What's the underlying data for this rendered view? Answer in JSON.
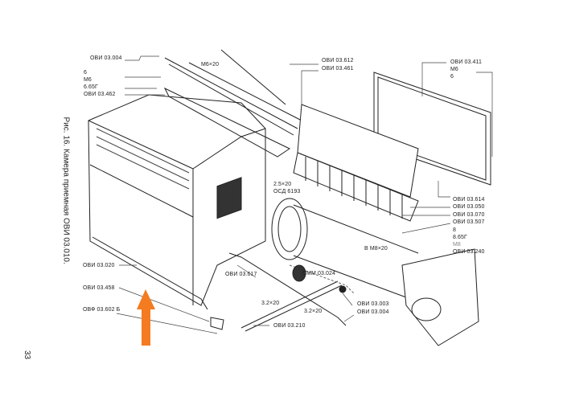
{
  "caption": "Рис. 16. Камера приемная ОВИ 03.010.",
  "page_number": "33",
  "labels": {
    "l1": "ОВИ 03.004",
    "l2": "М6×20",
    "l3": "6",
    "l4": "М6",
    "l5": "6.65Г",
    "l6": "ОВИ 03.462",
    "l7": "ОВИ 03.612",
    "l8": "ОВИ 03.461",
    "l9": "ОВИ 03.411",
    "l10": "М6",
    "l11": "6",
    "l12": "2.5×20",
    "l13": "ОСД 6193",
    "l14": "ОВИ 03.614",
    "l15": "ОВИ 03.050",
    "l16": "ОВИ 03.070",
    "l17": "ОВИ 03.507",
    "l18": "8",
    "l19": "8.65Г",
    "l20": "М8",
    "l21": "ОВИ 03.240",
    "l22": "В М8×20",
    "l23": "ОВИ 03.020",
    "l24": "ОВИ 03.617",
    "l25": "СММ 03.024",
    "l26": "ОВИ 03.458",
    "l27": "ОВИ 03.003",
    "l28": "ОВИ 03.004",
    "l29": "ОВФ 03.602 Б",
    "l30": "3.2×20",
    "l31": "3.2×20",
    "l32": "ОВИ 03.210"
  },
  "colors": {
    "arrow": "#f47b20",
    "ink": "#222222"
  }
}
